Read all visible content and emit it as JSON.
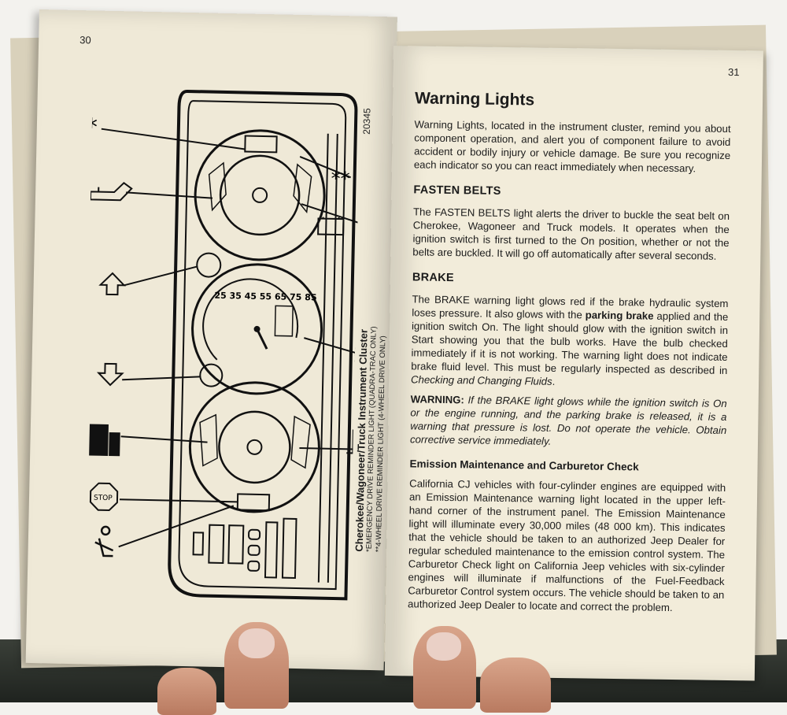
{
  "left_page": {
    "page_number": "30",
    "figure_code": "20345",
    "caption_title": "Cherokee/Wagoneer/Truck Instrument Cluster",
    "caption_note_1": "*EMERGENCY DRIVE REMINDER LIGHT (QUADRA-TRAC ONLY)",
    "caption_note_2": "**4-WHEEL DRIVE REMINDER LIGHT (4-WHEEL DRIVE ONLY)",
    "callouts": {
      "single_star": "*",
      "double_star": "**"
    }
  },
  "right_page": {
    "page_number": "31",
    "title": "Warning Lights",
    "intro": "Warning Lights, located in the instrument cluster, remind you about component operation, and alert you of component failure to avoid accident or bodily injury or vehicle damage. Be sure you recognize each indicator so you can react immediately when necessary.",
    "fasten_belts_heading": "FASTEN BELTS",
    "fasten_belts_text": "The FASTEN BELTS light alerts the driver to buckle the seat belt on Cherokee, Wagoneer and Truck models. It operates when the ignition switch is first turned to the On position, whether or not the belts are buckled. It will go off automatically after several seconds.",
    "brake_heading": "BRAKE",
    "brake_text_1": "The BRAKE warning light glows red if the brake hydraulic system loses pressure. It also glows with the",
    "brake_bold": "parking brake",
    "brake_text_2": "applied and the ignition switch On. The light should glow with the ignition switch in Start showing you that the bulb works. Have the bulb checked immediately if it is not working. The warning light does not indicate brake fluid level. This must be regularly inspected as described in",
    "brake_ref": "Checking and Changing Fluids",
    "brake_end": ".",
    "warning_label": "WARNING:",
    "warning_text": "If the BRAKE light glows while the ignition switch is On or the engine running, and the parking brake is released, it is a warning that pressure is lost. Do not operate the vehicle. Obtain corrective service immediately.",
    "emission_heading": "Emission Maintenance and Carburetor Check",
    "emission_text": "California CJ vehicles with four-cylinder engines are equipped with an Emission Maintenance warning light located in the upper left-hand corner of the instrument panel. The Emission Maintenance light will illuminate every 30,000 miles (48 000 km). This indicates that the vehicle should be taken to an authorized Jeep Dealer for regular scheduled maintenance to the emission control system. The Carburetor Check light on California Jeep vehicles with six-cylinder engines will illuminate if malfunctions of the Fuel-Feedback Carburetor Control system occurs. The vehicle should be taken to an authorized Jeep Dealer to locate and correct the problem."
  },
  "speedometer_labels": [
    "25",
    "35",
    "45",
    "55",
    "65",
    "75",
    "85"
  ],
  "colors": {
    "paper": "#efe9d7",
    "ink": "#1b1b1b",
    "table": "#2a2e28"
  }
}
